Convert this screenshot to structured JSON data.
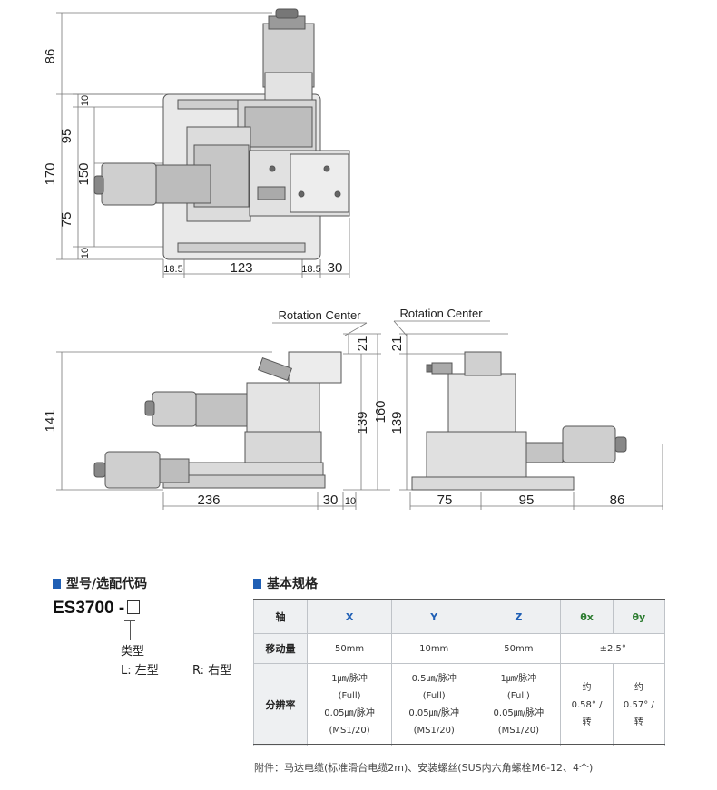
{
  "top_drawing": {
    "dims_left": [
      "86",
      "10",
      "95",
      "170",
      "150",
      "75",
      "10"
    ],
    "dims_bottom": [
      "18.5",
      "123",
      "18.5",
      "30"
    ]
  },
  "side_drawing": {
    "rotation_center_left": "Rotation Center",
    "rotation_center_right": "Rotation Center",
    "left_view": {
      "height_total": "141",
      "width": "236",
      "offset_a": "30",
      "offset_b": "10",
      "h_21": "21",
      "h_139": "139",
      "h_160": "160"
    },
    "right_view": {
      "h_21": "21",
      "h_139": "139",
      "w_a": "75",
      "w_b": "95",
      "w_c": "86"
    }
  },
  "model_section": {
    "title": "型号/选配代码",
    "model_code": "ES3700 -",
    "option_label": "类型",
    "option_l": "L: 左型",
    "option_r": "R: 右型"
  },
  "spec_section": {
    "title": "基本规格",
    "headers": [
      "轴",
      "X",
      "Y",
      "Z",
      "θx",
      "θy"
    ],
    "travel": {
      "label": "移动量",
      "x": "50mm",
      "y": "10mm",
      "z": "50mm",
      "theta": "±2.5°"
    },
    "resolution": {
      "label": "分辨率",
      "x": [
        "1㎛/脉冲",
        "(Full)",
        "0.05㎛/脉冲",
        "(MS1/20)"
      ],
      "y": [
        "0.5㎛/脉冲",
        "(Full)",
        "0.05㎛/脉冲",
        "(MS1/20)"
      ],
      "z": [
        "1㎛/脉冲",
        "(Full)",
        "0.05㎛/脉冲",
        "(MS1/20)"
      ],
      "tx": [
        "约",
        "0.58° /",
        "转"
      ],
      "ty": [
        "约",
        "0.57° /",
        "转"
      ]
    },
    "note": "附件：马达电缆(标准滑台电缆2m)、安装螺丝(SUS内六角螺栓M6-12、4个)"
  }
}
